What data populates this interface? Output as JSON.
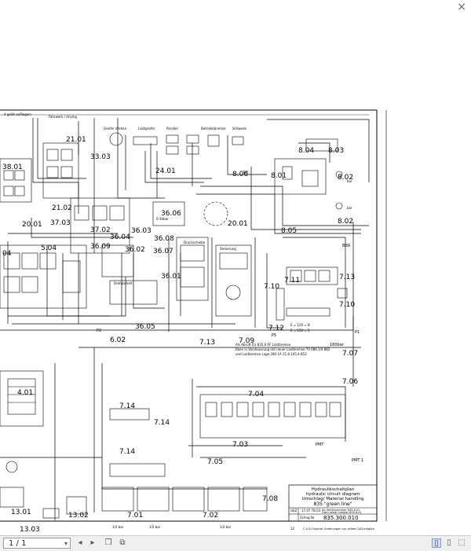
{
  "window": {
    "close_glyph": "×"
  },
  "drawing": {
    "top_left_note": "4 gelöt aufliegers",
    "fahrwerk": "Fahrwerk / driving",
    "callouts": {
      "c2101": "21.01",
      "c3303": "33.03",
      "c3801": "38.01",
      "c2102": "21.02",
      "c2001": "20.01",
      "c3703": "37.03",
      "c3702": "37.02",
      "c3604": "36.04",
      "c3609": "36.09",
      "c3603": "36.03",
      "c3602": "36.02",
      "c3606": "36.06",
      "c3608": "36.08",
      "c3607": "36.07",
      "c3601": "36.01",
      "c3605": "36.05",
      "c2401": "24.01",
      "c2001b": "20.01",
      "c804": "8.04",
      "c803": "8.03",
      "c801": "8.01",
      "c802a": "8.02",
      "c802b": "8.02",
      "c805": "8.05",
      "c806": "8.06",
      "c504": "5.04",
      "c04": "04",
      "c711": "7.11",
      "c713a": "7.13",
      "c710a": "7.10",
      "c710b": "7.10",
      "c712": "7.12",
      "c713b": "7.13",
      "c709": "7.09",
      "c602": "6.02",
      "c707": "7.07",
      "c706": "7.06",
      "c401": "4.01",
      "c714a": "7.14",
      "c714b": "7.14",
      "c714c": "7.14",
      "c704": "7.04",
      "c703": "7.03",
      "c705": "7.05",
      "c701": "7.01",
      "c702": "7.02",
      "c708": "7.08",
      "c1301": "13.01",
      "c1302": "13.02",
      "c1303": "13.03"
    },
    "small_labels": {
      "bar20": "bar",
      "bar": "bar",
      "bar2": "bar",
      "p2": "P2",
      "p5": "P5",
      "bbr": "BBR",
      "bar180": "180bar",
      "p1": "P1",
      "pmt": "PMT",
      "pmt2": "PMT 1",
      "cbar": "0-30bar",
      "greifer": "Greifer drehen",
      "lastgreifer": "Lastgreifer",
      "parallel": "Parallel",
      "betrieb": "Betriebsbremse",
      "schwenk": "Schwenk",
      "e120": "E = 120 = B",
      "e150": "E = 150 = 5",
      "vtext1": "Als Abruft für 835.6 RF Lastbremse",
      "vtext2": "Eben in Vorsteuerung mit neuer Lastbremse 70.086.1/4 882",
      "vtext3": "und Lastbremse Lage 280-1A 21.8.105.4.853",
      "cp1": "1/2 bar",
      "cp2": "1/2 bar",
      "cp3": "1/2 bar",
      "druck": "Druckscheibe",
      "steuer": "Steuerung",
      "dreh": "Drehbarkeit"
    },
    "title_block": {
      "line1": "Hydraulikschaltplan",
      "line2": "hydraulic circuit diagram",
      "line3": "Umschlag/ Material handling",
      "line4": "835 \"green line\"",
      "gez": "GEZ",
      "date": "17.07.TB.03",
      "ident1": "Ab Seriennummer 835.6.01",
      "ident2": "From serial number 835.6.01",
      "zeichnung": "Zchng.Nr",
      "number": "835.300.010",
      "footer": "C A D-Original: Änderungen nur selber CAD möglich",
      "blatt": "12"
    }
  },
  "toolbar": {
    "page_indicator": "1 / 1",
    "icons": [
      "previous-page-icon",
      "next-page-icon",
      "copy-icon",
      "share-icon",
      "single-page-view-icon",
      "two-page-view-icon",
      "fit-page-icon"
    ]
  }
}
